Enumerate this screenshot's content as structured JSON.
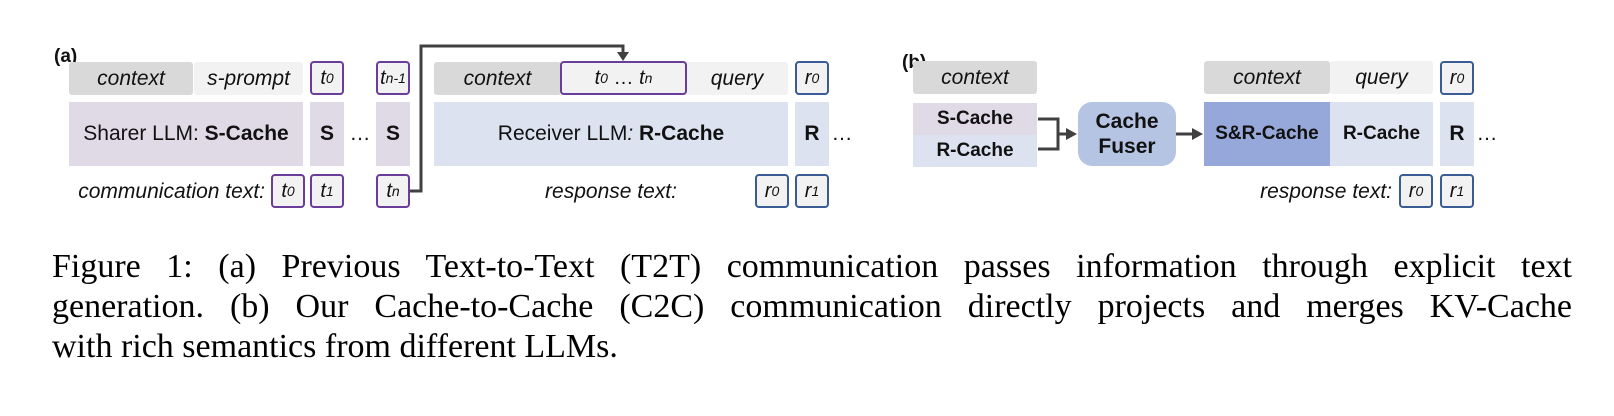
{
  "panel_a": {
    "label": "(a)",
    "sharer_inputs": {
      "context": "context",
      "prompt": "s-prompt",
      "tok_first": "t",
      "tok_first_sub": "0",
      "tok_last": "t",
      "tok_last_sub": "n-1"
    },
    "sharer_cache": {
      "prefix": "Sharer LLM: ",
      "name": "S-Cache",
      "slot": "S",
      "ellipsis": "…"
    },
    "communication": {
      "label": "communication text:",
      "tokens": [
        {
          "t": "t",
          "sub": "0"
        },
        {
          "t": "t",
          "sub": "1"
        },
        {
          "t": "t",
          "sub": "n"
        }
      ]
    },
    "receiver_inputs": {
      "context": "context",
      "passed": "t",
      "passed_sub0": "0",
      "passed_mid": " … ",
      "passed_end": "t",
      "passed_subn": "n",
      "query": "query",
      "tok": "r",
      "tok_sub": "0"
    },
    "receiver_cache": {
      "prefix": "Receiver LLM",
      "colon": ": ",
      "name": "R-Cache",
      "slot": "R",
      "ellipsis": "…"
    },
    "response": {
      "label": "response text:",
      "tokens": [
        {
          "t": "r",
          "sub": "0"
        },
        {
          "t": "r",
          "sub": "1"
        }
      ]
    }
  },
  "panel_b": {
    "label": "(b)",
    "context": "context",
    "s_cache": "S-Cache",
    "r_cache": "R-Cache",
    "fuser": {
      "line1": "Cache",
      "line2": "Fuser"
    },
    "receiver_inputs": {
      "context": "context",
      "query": "query",
      "tok": "r",
      "tok_sub": "0"
    },
    "receiver_cache": {
      "fused": "S&R-Cache",
      "r_cache": "R-Cache",
      "slot": "R",
      "ellipsis": "…"
    },
    "response": {
      "label": "response text:",
      "tokens": [
        {
          "t": "r",
          "sub": "0"
        },
        {
          "t": "r",
          "sub": "1"
        }
      ]
    }
  },
  "colors": {
    "sharer": "#e0d9e6",
    "receiver": "#dde2f1",
    "fused": "#95a8d9",
    "fuser": "#b6c4e4",
    "sharer_token_border": "#6a3d9a",
    "receiver_token_border": "#3b5b95",
    "context_gray": "#d9d9d9"
  },
  "caption": {
    "line1": "Figure 1: (a) Previous Text-to-Text (T2T) communication passes information through explicit text",
    "line2": "generation. (b) Our Cache-to-Cache (C2C) communication directly projects and merges KV-Cache",
    "line3": "with rich semantics from different LLMs."
  }
}
